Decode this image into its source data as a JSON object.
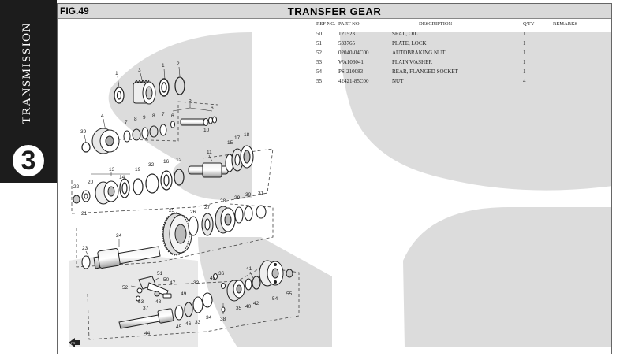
{
  "side_tab": {
    "label": "TRANSMISSION",
    "number": "3"
  },
  "header": {
    "fig_label": "FIG.49",
    "title": "TRANSFER GEAR"
  },
  "table": {
    "columns": {
      "ref": "REF NO.",
      "part": "PART NO.",
      "desc": "DESCRIPTION",
      "qty": "Q'TY",
      "remarks": "REMARKS"
    },
    "rows": [
      {
        "ref": "50",
        "part": "121523",
        "desc": "SEAL, OIL",
        "qty": "1",
        "remarks": ""
      },
      {
        "ref": "51",
        "part": "533765",
        "desc": "PLATE, LOCK",
        "qty": "1",
        "remarks": ""
      },
      {
        "ref": "52",
        "part": "02040-04C00",
        "desc": "AUTOBRAKING NUT",
        "qty": "1",
        "remarks": ""
      },
      {
        "ref": "53",
        "part": "WA106041",
        "desc": "PLAIN WASHER",
        "qty": "1",
        "remarks": ""
      },
      {
        "ref": "54",
        "part": "PS-210083",
        "desc": "REAR, FLANGED SOCKET",
        "qty": "1",
        "remarks": ""
      },
      {
        "ref": "55",
        "part": "42421-85C00",
        "desc": "NUT",
        "qty": "4",
        "remarks": ""
      }
    ]
  },
  "callouts": [
    "1",
    "3",
    "1",
    "2",
    "5",
    "6",
    "6",
    "7",
    "8",
    "9",
    "8",
    "7",
    "10",
    "39",
    "4",
    "11",
    "15",
    "17",
    "18",
    "13",
    "14",
    "19",
    "32",
    "16",
    "12",
    "20",
    "22",
    "21",
    "25",
    "26",
    "27",
    "28",
    "29",
    "30",
    "31",
    "24",
    "23",
    "51",
    "50",
    "52",
    "47",
    "53",
    "48",
    "49",
    "37",
    "36",
    "43",
    "32",
    "41",
    "35",
    "40",
    "42",
    "54",
    "55",
    "34",
    "33",
    "46",
    "45",
    "38",
    "44"
  ],
  "colors": {
    "tab_bg": "#1c1c1c",
    "header_bg": "#d9d9d9",
    "watermark": "#dcdcdc",
    "ink": "#222222"
  }
}
